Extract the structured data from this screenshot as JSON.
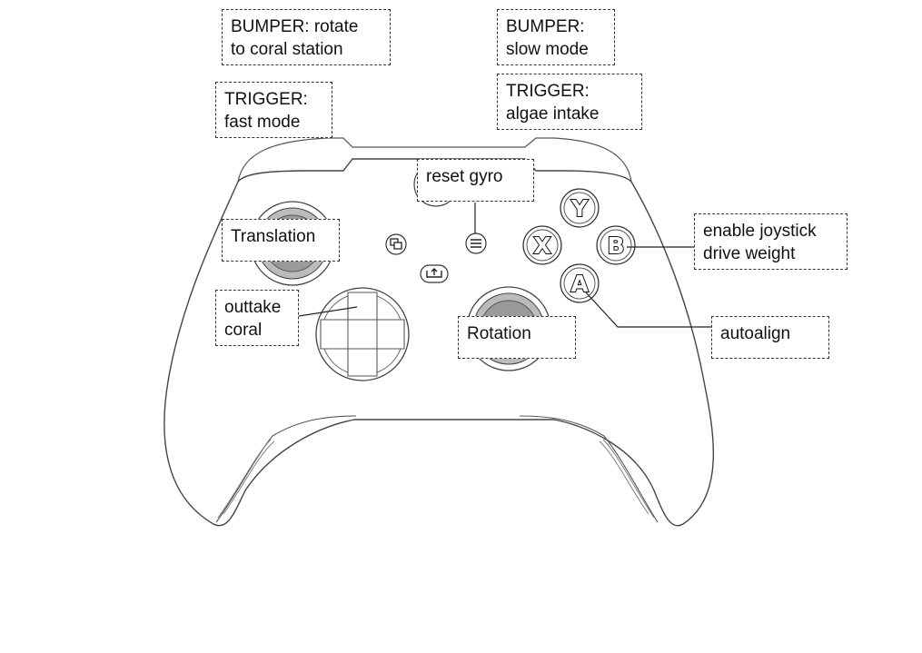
{
  "labels": {
    "left_bumper": [
      "BUMPER: rotate",
      "to coral station"
    ],
    "left_trigger": [
      "TRIGGER:",
      "fast mode"
    ],
    "right_bumper": [
      "BUMPER:",
      "slow mode"
    ],
    "right_trigger": [
      "TRIGGER:",
      "algae intake"
    ],
    "menu_button": "reset gyro",
    "left_stick": "Translation",
    "dpad": [
      "outtake",
      "coral"
    ],
    "right_stick": "Rotation",
    "b_button": [
      "enable joystick",
      "drive weight"
    ],
    "a_button": "autoalign"
  },
  "face_buttons": {
    "y": "Y",
    "x": "X",
    "b": "B",
    "a": "A"
  }
}
